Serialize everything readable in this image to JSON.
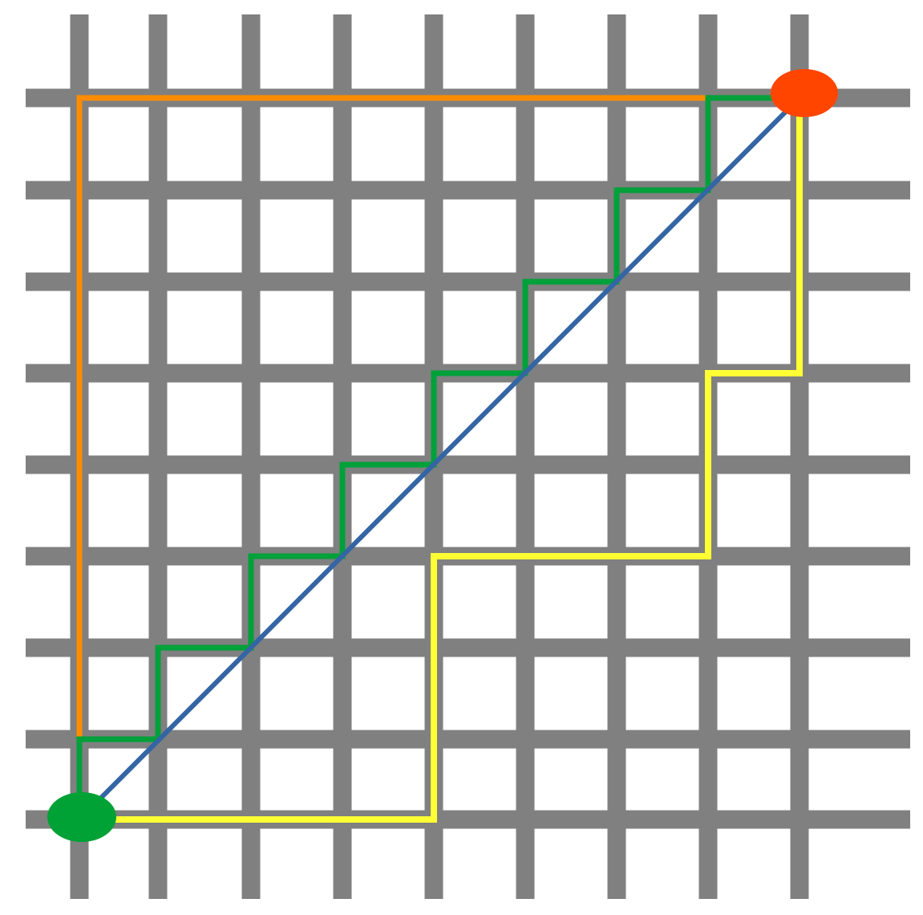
{
  "diagram": {
    "grid": {
      "columns": 9,
      "rows": 9,
      "line_color": "#808080"
    },
    "start_point": {
      "color": "#00A135",
      "col": 0,
      "row": 0
    },
    "end_point": {
      "color": "#FF4500",
      "col": 8,
      "row": 8
    },
    "paths": [
      {
        "id": "orange-path",
        "color": "#FF8C00",
        "kind": "up then right",
        "points": [
          [
            0,
            0
          ],
          [
            0,
            8
          ],
          [
            8,
            8
          ]
        ]
      },
      {
        "id": "yellow-path",
        "color": "#FFFF33",
        "kind": "right-up staircase",
        "points": [
          [
            0,
            0
          ],
          [
            4,
            0
          ],
          [
            4,
            3
          ],
          [
            7,
            3
          ],
          [
            7,
            5
          ],
          [
            8,
            5
          ],
          [
            8,
            8
          ]
        ]
      },
      {
        "id": "green-path",
        "color": "#00A13A",
        "kind": "unit staircase",
        "points": [
          [
            0,
            0
          ],
          [
            0,
            1
          ],
          [
            1,
            1
          ],
          [
            1,
            2
          ],
          [
            2,
            2
          ],
          [
            2,
            3
          ],
          [
            3,
            3
          ],
          [
            3,
            4
          ],
          [
            4,
            4
          ],
          [
            4,
            5
          ],
          [
            5,
            5
          ],
          [
            5,
            6
          ],
          [
            6,
            6
          ],
          [
            6,
            7
          ],
          [
            7,
            7
          ],
          [
            7,
            8
          ],
          [
            8,
            8
          ]
        ]
      },
      {
        "id": "blue-diagonal",
        "color": "#3465A4",
        "kind": "straight diagonal",
        "points": [
          [
            0,
            0
          ],
          [
            8,
            8
          ]
        ]
      }
    ]
  }
}
